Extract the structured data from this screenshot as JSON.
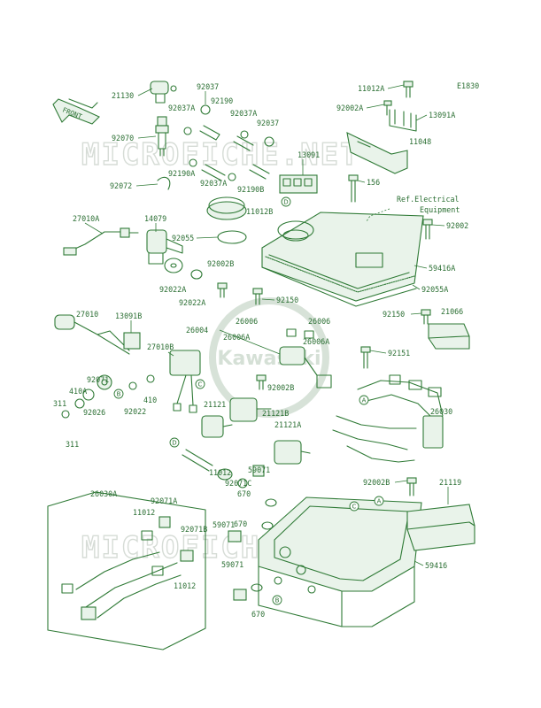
{
  "diagram": {
    "code": "E1830",
    "front_label": "FRONT",
    "ref_text_line1": "Ref.Electrical",
    "ref_text_line2": "Equipment",
    "watermark": "MICROFICHE.NET",
    "logo_text": "Kawasaki",
    "ref_letters": [
      "A",
      "B",
      "C",
      "D"
    ],
    "part_labels": [
      "21130",
      "92037",
      "92190",
      "92037A",
      "92037A",
      "92037",
      "92070",
      "92190A",
      "92037A",
      "92190B",
      "13091",
      "92072",
      "27010A",
      "14079",
      "11012B",
      "92055",
      "92002B",
      "92022A",
      "92022A",
      "11012A",
      "92002A",
      "13091A",
      "11048",
      "156",
      "92002",
      "59416A",
      "92055A",
      "27010",
      "13091B",
      "27010B",
      "92150",
      "26006",
      "26006",
      "26004",
      "26006A",
      "26006A",
      "92150",
      "21066",
      "92151",
      "92071",
      "410A",
      "92022",
      "410",
      "311",
      "92026",
      "311",
      "92002B",
      "21121",
      "21121B",
      "21121A",
      "26030",
      "11012",
      "59071",
      "92071C",
      "670",
      "670",
      "92002B",
      "21119",
      "26030A",
      "92071A",
      "11012",
      "92071B",
      "59071",
      "59416",
      "11012",
      "59071",
      "670"
    ]
  }
}
